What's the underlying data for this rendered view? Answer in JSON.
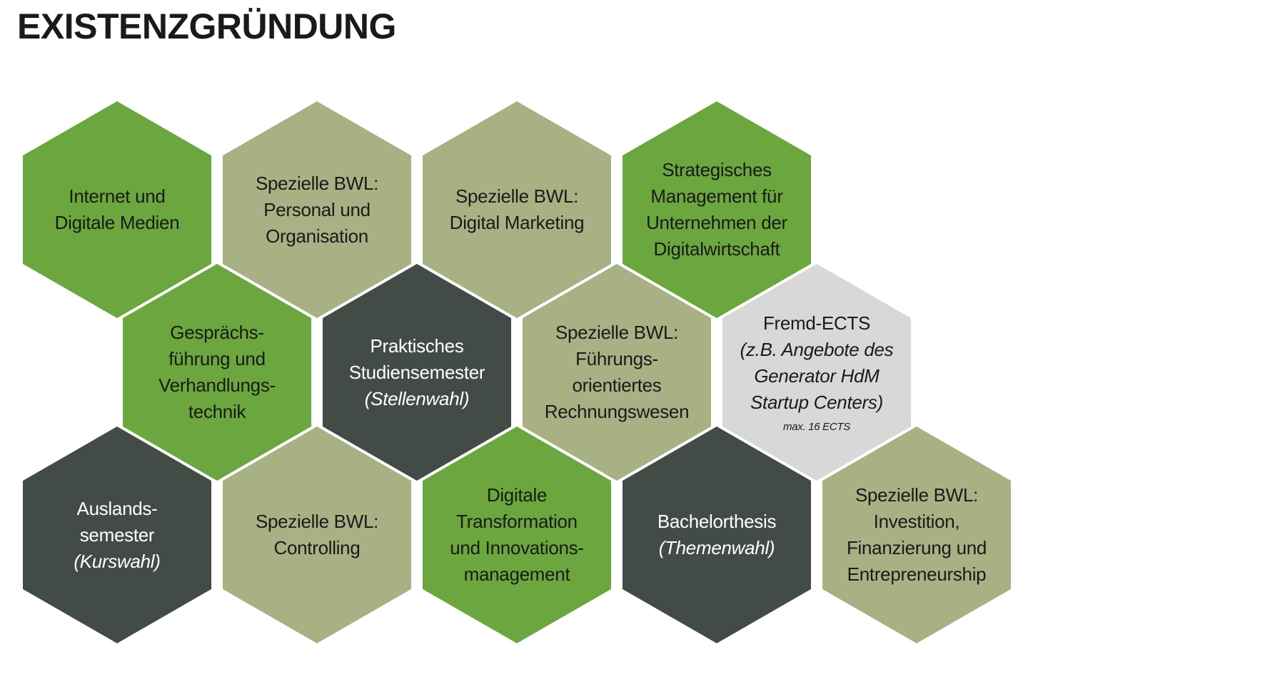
{
  "title": "EXISTENZGRÜNDUNG",
  "colors": {
    "green": "#6BA63E",
    "sage": "#A8B184",
    "dark": "#434B47",
    "gray": "#D8D8D8",
    "text_dark": "#1A1A1A",
    "text_light": "#FFFFFF",
    "background": "#FFFFFF"
  },
  "hexagons": [
    {
      "name": "internet-und-digitale-medien",
      "row": 0,
      "col": 0,
      "color": "green",
      "lines": [
        "Internet und",
        "Digitale Medien"
      ]
    },
    {
      "name": "spezielle-bwl-personal-und-organisation",
      "row": 0,
      "col": 1,
      "color": "sage",
      "lines": [
        "Spezielle BWL:",
        "Personal und",
        "Organisation"
      ]
    },
    {
      "name": "spezielle-bwl-digital-marketing",
      "row": 0,
      "col": 2,
      "color": "sage",
      "lines": [
        "Spezielle BWL:",
        "Digital Marketing"
      ]
    },
    {
      "name": "strategisches-management-digitalwirtschaft",
      "row": 0,
      "col": 3,
      "color": "green",
      "lines": [
        "Strategisches",
        "Management für",
        "Unternehmen der",
        "Digitalwirtschaft"
      ]
    },
    {
      "name": "gespraechsfuehrung-und-verhandlungstechnik",
      "row": 1,
      "col": 0,
      "color": "green",
      "lines": [
        "Gesprächs-",
        "führung und",
        "Verhandlungs-",
        "technik"
      ]
    },
    {
      "name": "praktisches-studiensemester",
      "row": 1,
      "col": 1,
      "color": "dark",
      "lines": [
        "Praktisches",
        "Studiensemester",
        {
          "text": "(Stellenwahl)",
          "style": "italic"
        }
      ]
    },
    {
      "name": "spezielle-bwl-fuehrungsorientiertes-rechnungswesen",
      "row": 1,
      "col": 2,
      "color": "sage",
      "lines": [
        "Spezielle BWL:",
        "Führungs-",
        "orientiertes",
        "Rechnungswesen"
      ]
    },
    {
      "name": "fremd-ects",
      "row": 1,
      "col": 3,
      "color": "gray",
      "lines": [
        "Fremd-ECTS",
        {
          "text": "(z.B. Angebote des",
          "style": "italic"
        },
        {
          "text": "Generator HdM",
          "style": "italic"
        },
        {
          "text": "Startup Centers)",
          "style": "italic"
        },
        {
          "text": "max. 16 ECTS",
          "style": "small-italic"
        }
      ]
    },
    {
      "name": "auslandssemester",
      "row": 2,
      "col": 0,
      "color": "dark",
      "lines": [
        "Auslands-",
        "semester",
        {
          "text": "(Kurswahl)",
          "style": "italic"
        }
      ]
    },
    {
      "name": "spezielle-bwl-controlling",
      "row": 2,
      "col": 1,
      "color": "sage",
      "lines": [
        "Spezielle BWL:",
        "Controlling"
      ]
    },
    {
      "name": "digitale-transformation-und-innovationsmanagement",
      "row": 2,
      "col": 2,
      "color": "green",
      "lines": [
        "Digitale",
        "Transformation",
        "und Innovations-",
        "management"
      ]
    },
    {
      "name": "bachelorthesis",
      "row": 2,
      "col": 3,
      "color": "dark",
      "lines": [
        "Bachelorthesis",
        {
          "text": "(Themenwahl)",
          "style": "italic"
        }
      ]
    },
    {
      "name": "spezielle-bwl-investition-finanzierung-entrepreneurship",
      "row": 2,
      "col": 4,
      "color": "sage",
      "lines": [
        "Spezielle BWL:",
        "Investition,",
        "Finanzierung und",
        "Entrepreneurship"
      ]
    }
  ]
}
